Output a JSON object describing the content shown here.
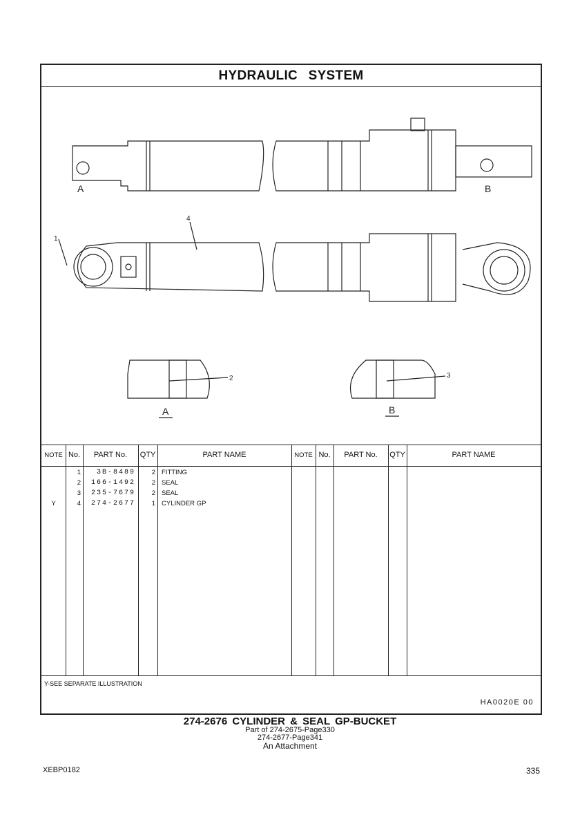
{
  "title": "HYDRAULIC  SYSTEM",
  "callouts": [
    "1",
    "2",
    "3",
    "4"
  ],
  "views": [
    "A",
    "B"
  ],
  "table": {
    "headers": [
      "NOTE",
      "No.",
      "PART No.",
      "QTY",
      "PART NAME"
    ],
    "rows": [
      {
        "note": "",
        "no": "1",
        "part": "3B-8489",
        "qty": "2",
        "name": "FITTING"
      },
      {
        "note": "",
        "no": "2",
        "part": "166-1492",
        "qty": "2",
        "name": "SEAL"
      },
      {
        "note": "",
        "no": "3",
        "part": "235-7679",
        "qty": "2",
        "name": "SEAL"
      },
      {
        "note": "Y",
        "no": "4",
        "part": "274-2677",
        "qty": "1",
        "name": "CYLINDER  GP"
      }
    ]
  },
  "note_text": "Y-SEE  SEPARATE  ILLUSTRATION",
  "illustration_code": "HA0020E    00",
  "caption": {
    "title": "274-2676   CYLINDER  &  SEAL  GP-BUCKET",
    "line1": "Part of 274-2675-Page330",
    "line2": "274-2677-Page341",
    "line3": "An Attachment"
  },
  "footer": {
    "doc_id": "XEBP0182",
    "page": "335"
  }
}
